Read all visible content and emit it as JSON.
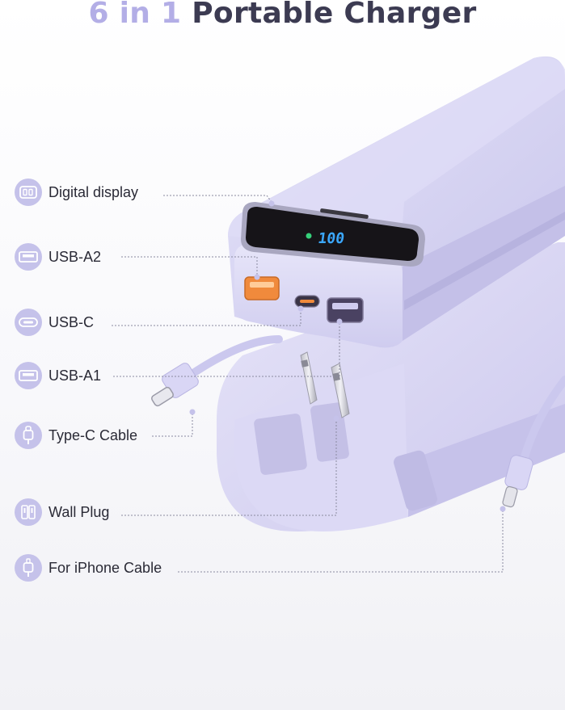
{
  "title": {
    "accent": "6 in 1",
    "main": " Portable Charger"
  },
  "product": {
    "display_reading": "100"
  },
  "colors": {
    "accent": "#b3aee6",
    "title_text": "#3c3b52",
    "icon_circle": "#c5c2ea",
    "device_body": "#d6d4f2",
    "leader_line": "#8a8aa0",
    "usb_a2_port": "#f08a3c"
  },
  "features": [
    {
      "label": "Digital display",
      "icon": "digital-display-icon"
    },
    {
      "label": "USB-A2",
      "icon": "usb-a-port-icon"
    },
    {
      "label": "USB-C",
      "icon": "usb-c-port-icon"
    },
    {
      "label": "USB-A1",
      "icon": "usb-a-port-icon"
    },
    {
      "label": "Type-C Cable",
      "icon": "type-c-cable-icon"
    },
    {
      "label": "Wall Plug",
      "icon": "wall-plug-icon"
    },
    {
      "label": "For iPhone Cable",
      "icon": "iphone-cable-icon"
    }
  ]
}
